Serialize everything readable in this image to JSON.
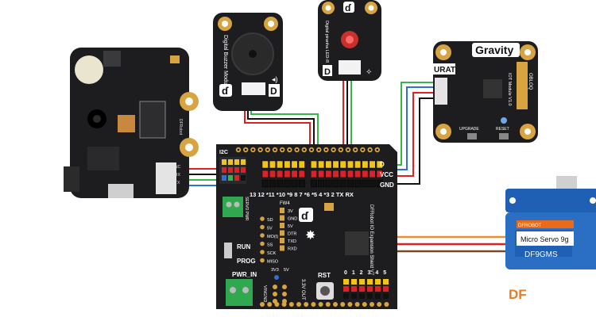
{
  "buzzer": {
    "label": "Digital Buzzer Module V2",
    "logo": "ɗ",
    "badge": "D"
  },
  "led": {
    "label": "Digital piranha LED-R",
    "logo": "ɗ",
    "badge": "D"
  },
  "iot": {
    "brand": "Gravity",
    "port_label": "URAT",
    "model": "OBLOQ",
    "model_sub": "IOT Module V1.0",
    "btn_upgrade": "UPGRADE",
    "btn_reset": "RESET"
  },
  "shield": {
    "i2c_label": "I2C",
    "d_label": "D",
    "vcc_label": "VCC",
    "gnd_label": "GND",
    "pin_numbers": "13 12 *11 *10 *9 8      7 *6 *5 4 *3 2 TX RX",
    "fw_label": "FW4",
    "servo_pwr": "SERVO PWR",
    "run_label": "RUN",
    "prog_label": "PROG",
    "pwr_in": "PWR_IN",
    "rst_label": "RST",
    "analog_nums": "0 1 2 3 4 5",
    "volt_3v3": "3V3",
    "volt_5v": "5V",
    "volt_out": "3.3V OUT",
    "vin_gnd": "VINGND",
    "side_text": "DFRobot IO Expansion Shield V7",
    "spi_pins": [
      "SD",
      "5V",
      "MO(I)",
      "SS",
      "SCK",
      "MISO"
    ],
    "serial_pins": [
      "3V",
      "GND",
      "5V",
      "DTR",
      "TXD",
      "RXD"
    ],
    "logo": "ɗ"
  },
  "servo": {
    "title": "Micro Servo 9g",
    "model": "DF9GMS",
    "brand": "DFROBOT"
  },
  "camera": {
    "brand": "DFRobot",
    "labels": [
      "NC",
      "RX",
      "TX"
    ]
  },
  "brand_mark": "DF",
  "colors": {
    "pcb": "#1d1d1f",
    "gold": "#d7a441",
    "header_red": "#d8232a",
    "header_yellow": "#f2c418",
    "header_black": "#111111",
    "wire_red": "#e02020",
    "wire_green": "#3ab54a",
    "wire_blue": "#2f6fd6",
    "wire_black": "#111111",
    "wire_orange": "#f08a2a",
    "wire_brown": "#7a4a22",
    "terminal_green": "#2fa84f",
    "servo_blue": "#1f5fb4",
    "brand_orange": "#ee7a22"
  }
}
